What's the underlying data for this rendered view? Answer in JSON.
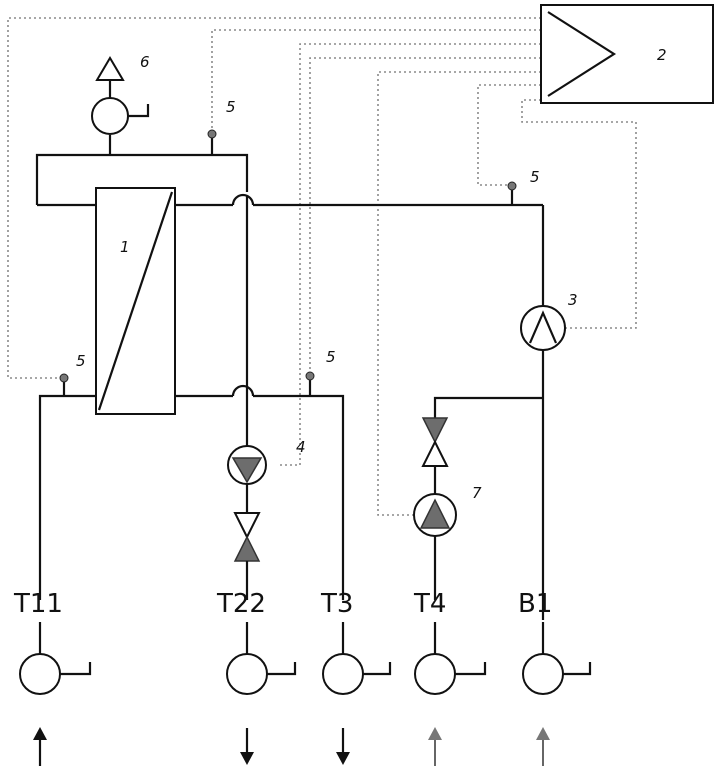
{
  "diagram": {
    "controller_label": "2",
    "heat_exchanger_label": "1",
    "pump_3_label": "3",
    "pump_4_label": "4",
    "pump_7_label": "7",
    "meter_6_label": "6",
    "sensor_label": "5",
    "terminals": {
      "t11": "T11",
      "t22": "T22",
      "t3": "T3",
      "t4": "T4",
      "b1": "B1"
    },
    "flow_directions": {
      "t11": "up",
      "t22": "down",
      "t3": "down",
      "t4": "up",
      "b1": "up"
    }
  }
}
